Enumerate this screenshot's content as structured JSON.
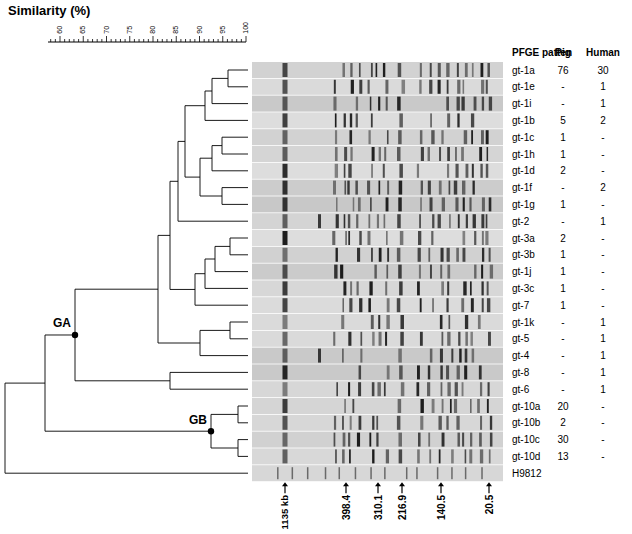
{
  "diagram": {
    "labels": [
      "Similarity (%)",
      "60",
      "65",
      "70",
      "75",
      "80",
      "85",
      "90",
      "95",
      "100",
      "PFGE patten",
      "Pig",
      "Human",
      "gt-1a",
      "76",
      "30",
      "gt-1e",
      "-",
      "1",
      "gt-1i",
      "-",
      "1",
      "gt-1b",
      "5",
      "2",
      "gt-1c",
      "1",
      "-",
      "gt-1h",
      "1",
      "-",
      "gt-1d",
      "2",
      "-",
      "gt-1f",
      "-",
      "2",
      "gt-1g",
      "1",
      "-",
      "gt-2",
      "-",
      "1",
      "gt-3a",
      "2",
      "-",
      "gt-3b",
      "1",
      "-",
      "gt-1j",
      "1",
      "-",
      "gt-3c",
      "1",
      "-",
      "gt-7",
      "1",
      "-",
      "gt-1k",
      "-",
      "1",
      "gt-5",
      "-",
      "1",
      "gt-4",
      "-",
      "1",
      "gt-8",
      "-",
      "1",
      "gt-6",
      "-",
      "1",
      "gt-10a",
      "20",
      "-",
      "gt-10b",
      "2",
      "-",
      "gt-10c",
      "30",
      "-",
      "gt-10d",
      "13",
      "-",
      "H9812",
      "GA",
      "GB",
      "1135 kb",
      "398.4",
      "310.1",
      "216.9",
      "140.5",
      "20.5"
    ]
  }
}
